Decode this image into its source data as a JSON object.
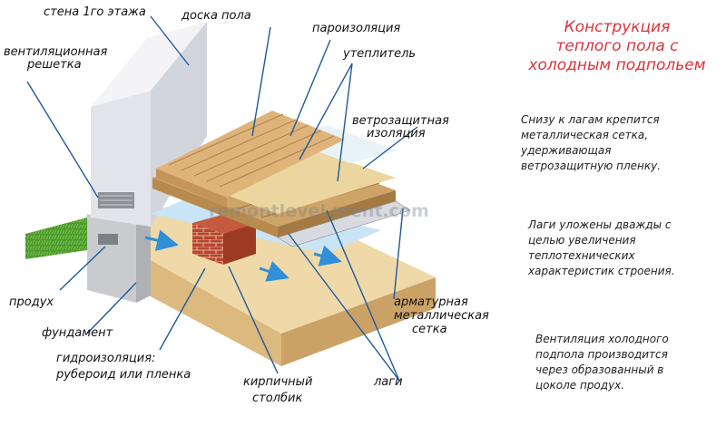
{
  "title": {
    "line1": "Конструкция",
    "line2": "теплого пола с",
    "line3": "холодным  подпольем"
  },
  "labels": {
    "wall": "стена 1го этажа",
    "floorboard": "доска пола",
    "vapor_barrier": "пароизоляция",
    "vent_grille_1": "вентиляционная",
    "vent_grille_2": "решетка",
    "insulation": "утеплитель",
    "windproof_1": "ветрозащитная",
    "windproof_2": "изоляция",
    "vent_hole": "продух",
    "foundation": "фундамент",
    "waterproofing_1": "гидроизоляция:",
    "waterproofing_2": "рубероид или пленка",
    "mesh_1": "арматурная",
    "mesh_2": "металлическая",
    "mesh_3": "сетка",
    "brick_post_1": "кирпичный",
    "brick_post_2": "столбик",
    "joists": "лаги"
  },
  "notes": [
    [
      "Снизу к лагам крепится",
      "металлическая сетка,",
      "удерживающая",
      "ветрозащитную пленку."
    ],
    [
      "Лаги уложены дважды с",
      "целью увеличения",
      "теплотехнических",
      "характеристик строения."
    ],
    [
      "Вентиляция холодного",
      "подпола производится",
      "через образованный в",
      "цоколе продух."
    ]
  ],
  "watermark": "remontlevel.ment.com",
  "colors": {
    "title": "#d8343c",
    "wall": "#eeeef2",
    "ground": "#e6cf9c",
    "wood": "#d9b076",
    "brick": "#b8462e",
    "arrow": "#2f8fd8"
  }
}
